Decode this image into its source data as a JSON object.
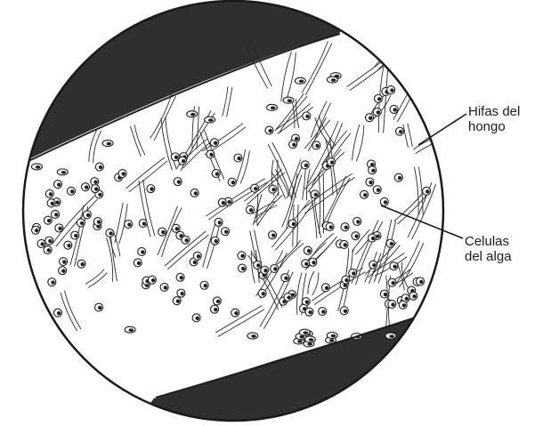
{
  "labels": {
    "hyphae": {
      "line1": "Hifas del",
      "line2": "hongo"
    },
    "algae": {
      "line1": "Celulas",
      "line2": "del alga"
    }
  },
  "colors": {
    "background": "#ffffff",
    "cortex_dark": "#2f2f2f",
    "outline": "#1e1e1e",
    "cell_fill": "#fbfbfb",
    "nucleus": "#202020"
  }
}
